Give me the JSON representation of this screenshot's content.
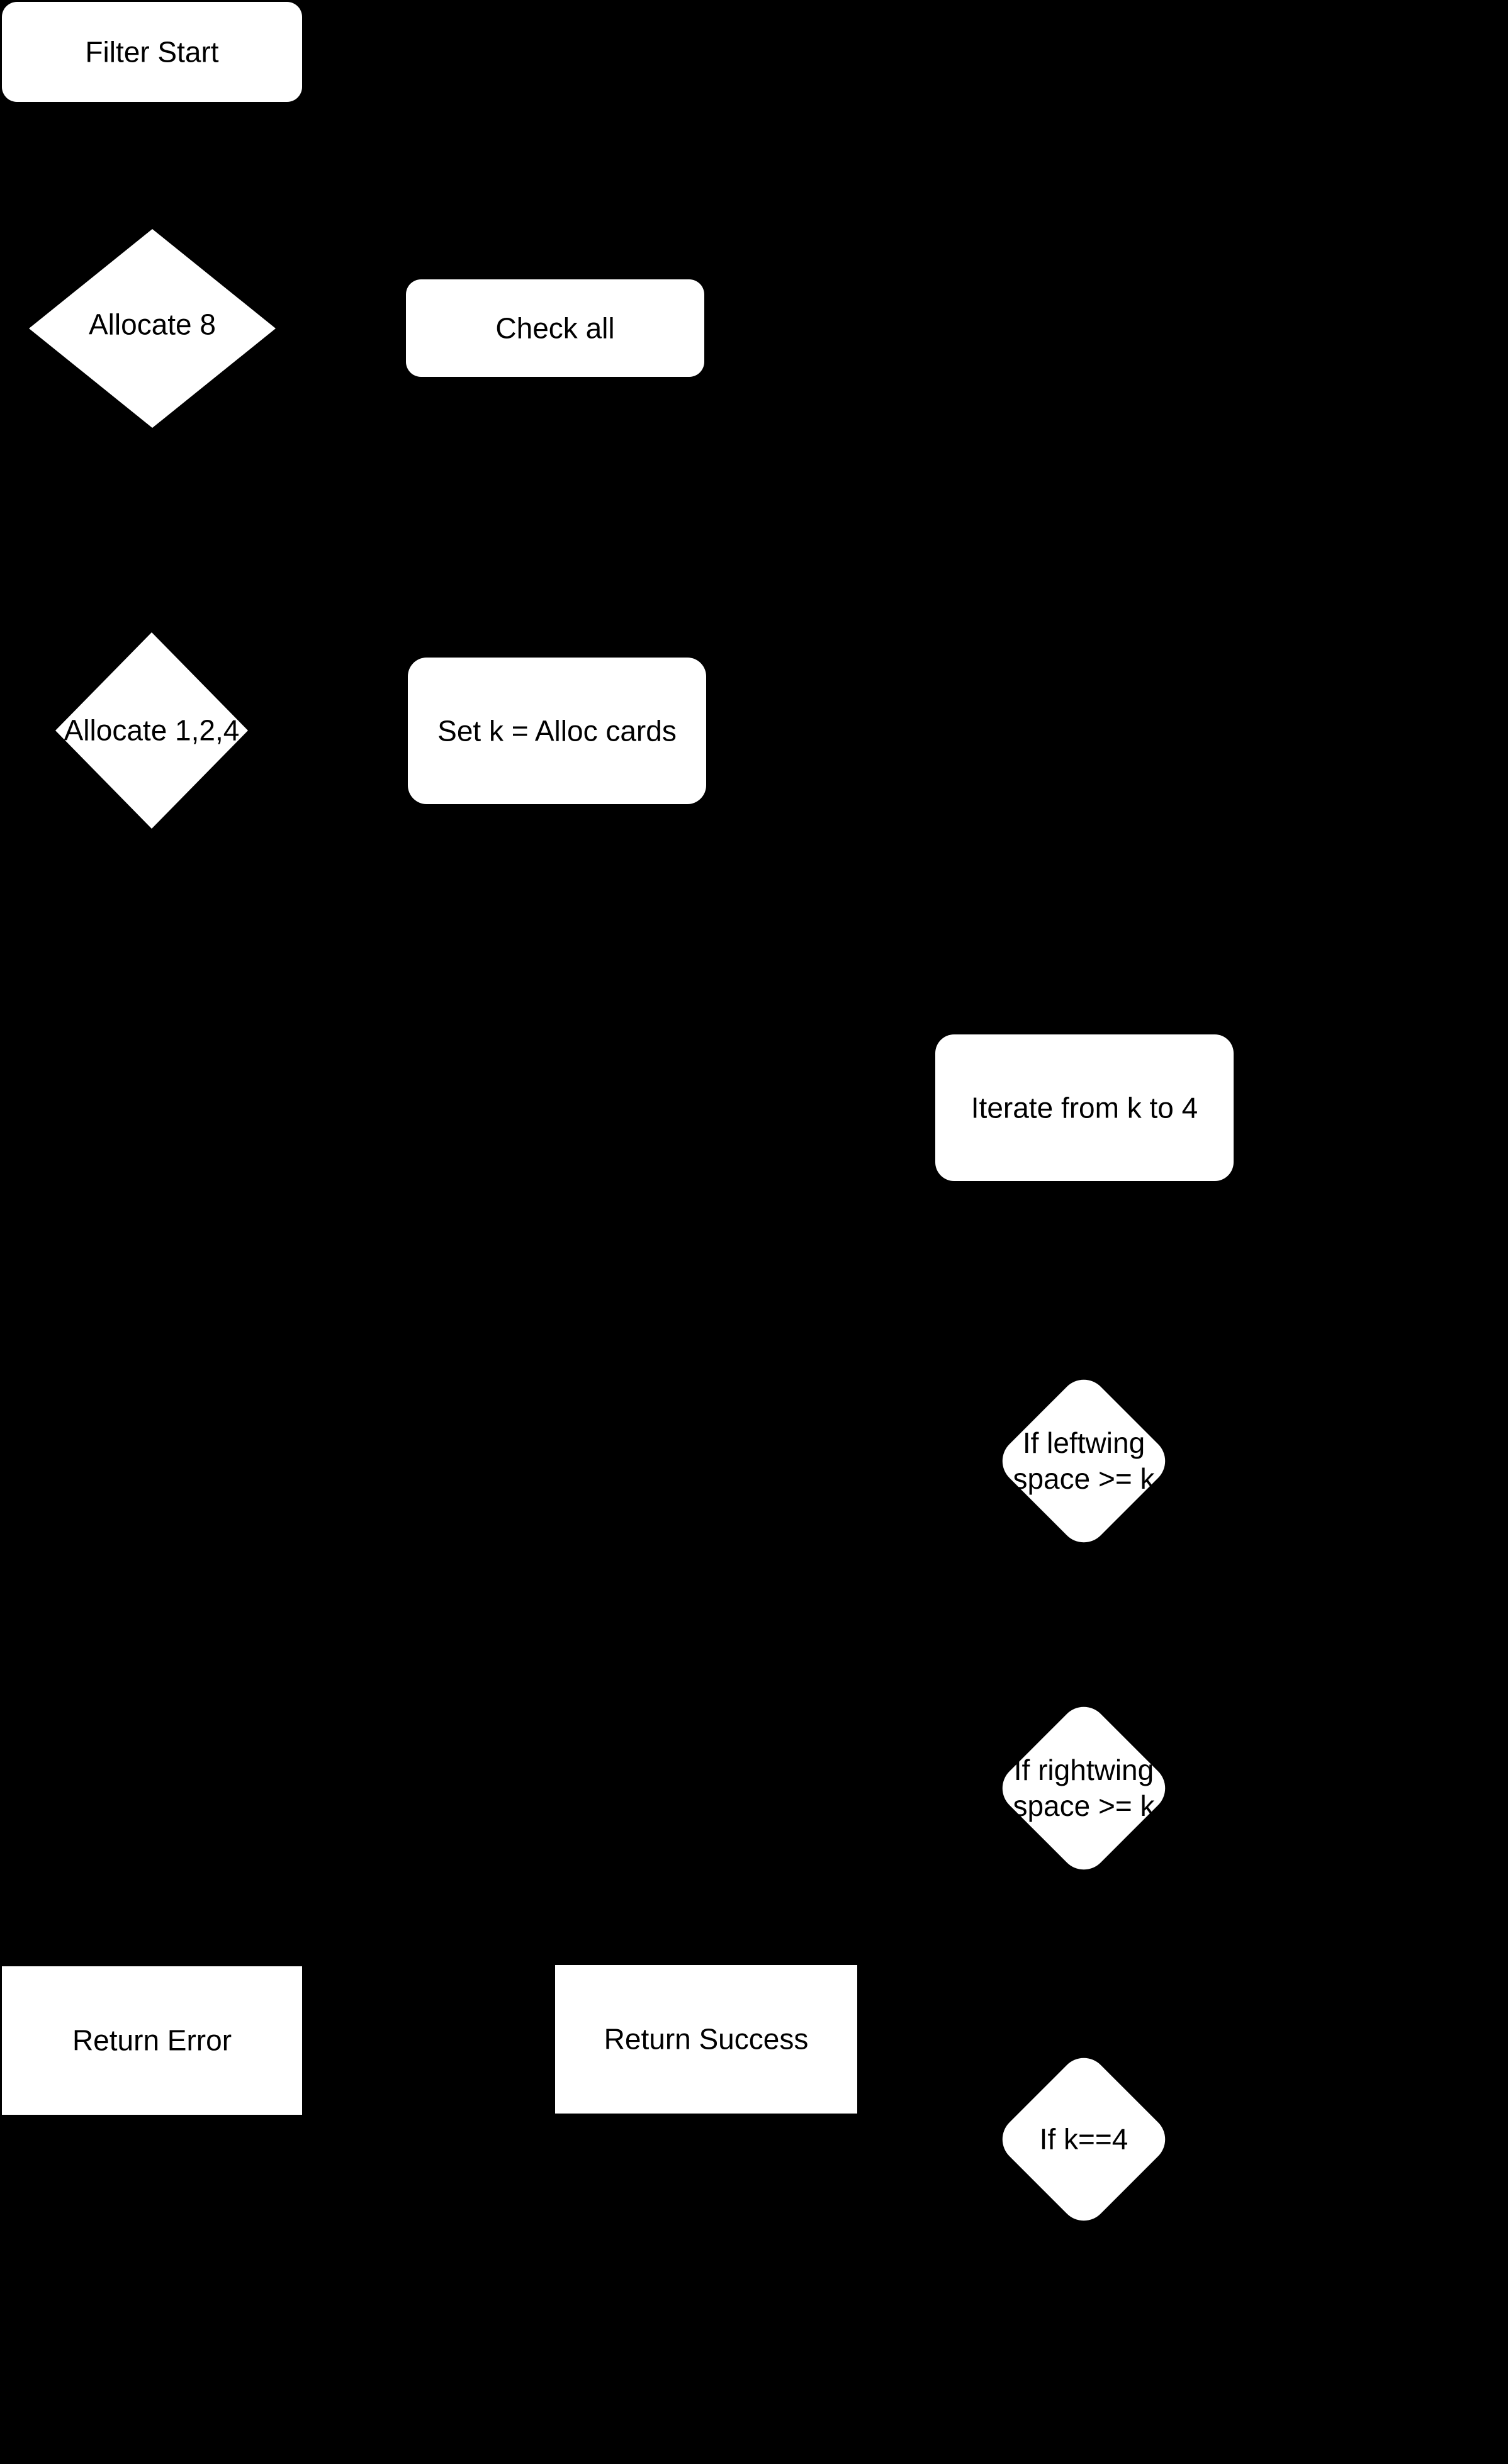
{
  "canvas": {
    "background_color": "#000000",
    "node_fill_color": "#ffffff",
    "node_text_color": "#000000"
  },
  "flowchart": {
    "nodes": [
      {
        "id": "filter-start",
        "shape": "rounded-rect",
        "label": "Filter Start"
      },
      {
        "id": "allocate-8",
        "shape": "diamond",
        "label": "Allocate 8"
      },
      {
        "id": "check-all",
        "shape": "rounded-rect",
        "label": "Check all"
      },
      {
        "id": "allocate-1-2-4",
        "shape": "diamond",
        "label": "Allocate 1,2,4"
      },
      {
        "id": "set-k",
        "shape": "rounded-rect",
        "label": "Set k = Alloc cards"
      },
      {
        "id": "iterate",
        "shape": "rounded-rect",
        "label": "Iterate from k to 4"
      },
      {
        "id": "if-leftwing",
        "shape": "rounded-diamond",
        "label": "If leftwing\nspace >= k"
      },
      {
        "id": "if-rightwing",
        "shape": "rounded-diamond",
        "label": "If rightwing\nspace >= k"
      },
      {
        "id": "return-error",
        "shape": "rect",
        "label": "Return Error"
      },
      {
        "id": "return-success",
        "shape": "rect",
        "label": "Return Success"
      },
      {
        "id": "if-k-equals-4",
        "shape": "rounded-diamond",
        "label": "If k==4"
      }
    ]
  }
}
